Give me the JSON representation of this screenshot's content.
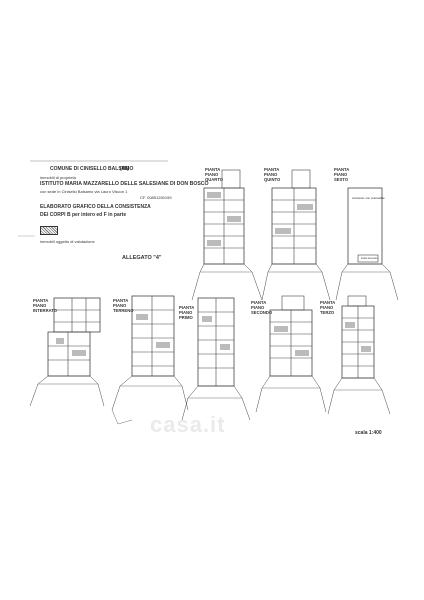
{
  "header": {
    "comune": "COMUNE DI CINISELLO BALSAMO",
    "province": "(MI)",
    "immobili": "immobili di proprietà",
    "owner": "ISTITUTO MARIA MAZZARELLO DELLE SALESIANE DI DON BOSCO",
    "sede": "con sede in Cinisello Balsamo   via Lauro Viscon 1",
    "cf": "CF.  00851250159",
    "elaborato": "ELABORATO GRAFICO DELLA CONSISTENZA",
    "corpi": "DEI CORPI  B per intero ed  F in parte",
    "legend": "immobili oggetto di valutazione",
    "allegato": "ALLEGATO \"4\""
  },
  "plans_top": [
    {
      "line1": "PIANTA",
      "line2": "PIANO",
      "line3": "QUARTO"
    },
    {
      "line1": "PIANTA",
      "line2": "PIANO",
      "line3": "QUINTO"
    },
    {
      "line1": "PIANTA",
      "line2": "PIANO",
      "line3": "SESTO"
    }
  ],
  "sesto_note": "sottotetto non praticabile",
  "sesto_box": "locale ascensore",
  "plans_bottom": [
    {
      "line1": "PIANTA",
      "line2": "PIANO",
      "line3": "INTERRATO"
    },
    {
      "line1": "PIANTA",
      "line2": "PIANO",
      "line3": "TERRENO"
    },
    {
      "line1": "PIANTA",
      "line2": "PIANO",
      "line3": "PRIMO"
    },
    {
      "line1": "PIANTA",
      "line2": "PIANO",
      "line3": "SECONDO"
    },
    {
      "line1": "PIANTA",
      "line2": "PIANO",
      "line3": "TERZO"
    }
  ],
  "scale": "scala  1:400",
  "watermark": "casa.it"
}
